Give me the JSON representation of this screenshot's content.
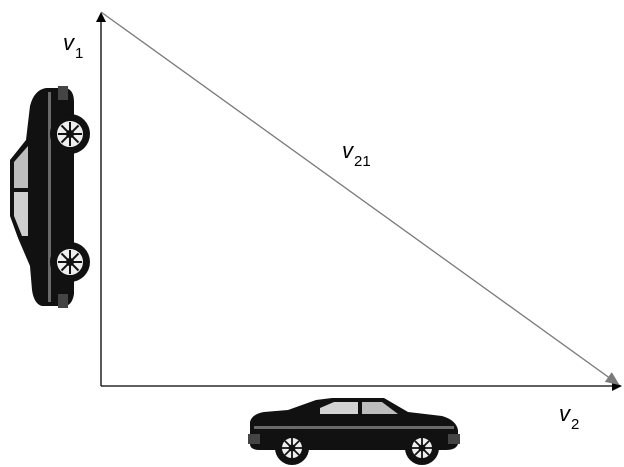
{
  "labels": {
    "v1": {
      "main": "v",
      "sub": "1"
    },
    "v21": {
      "main": "v",
      "sub": "21"
    },
    "v2": {
      "main": "v",
      "sub": "2"
    }
  },
  "colors": {
    "axis": "#000000",
    "relative_vector": "#7a7a7a",
    "car_body": "#111111",
    "car_highlight": "#b9b9b9"
  }
}
